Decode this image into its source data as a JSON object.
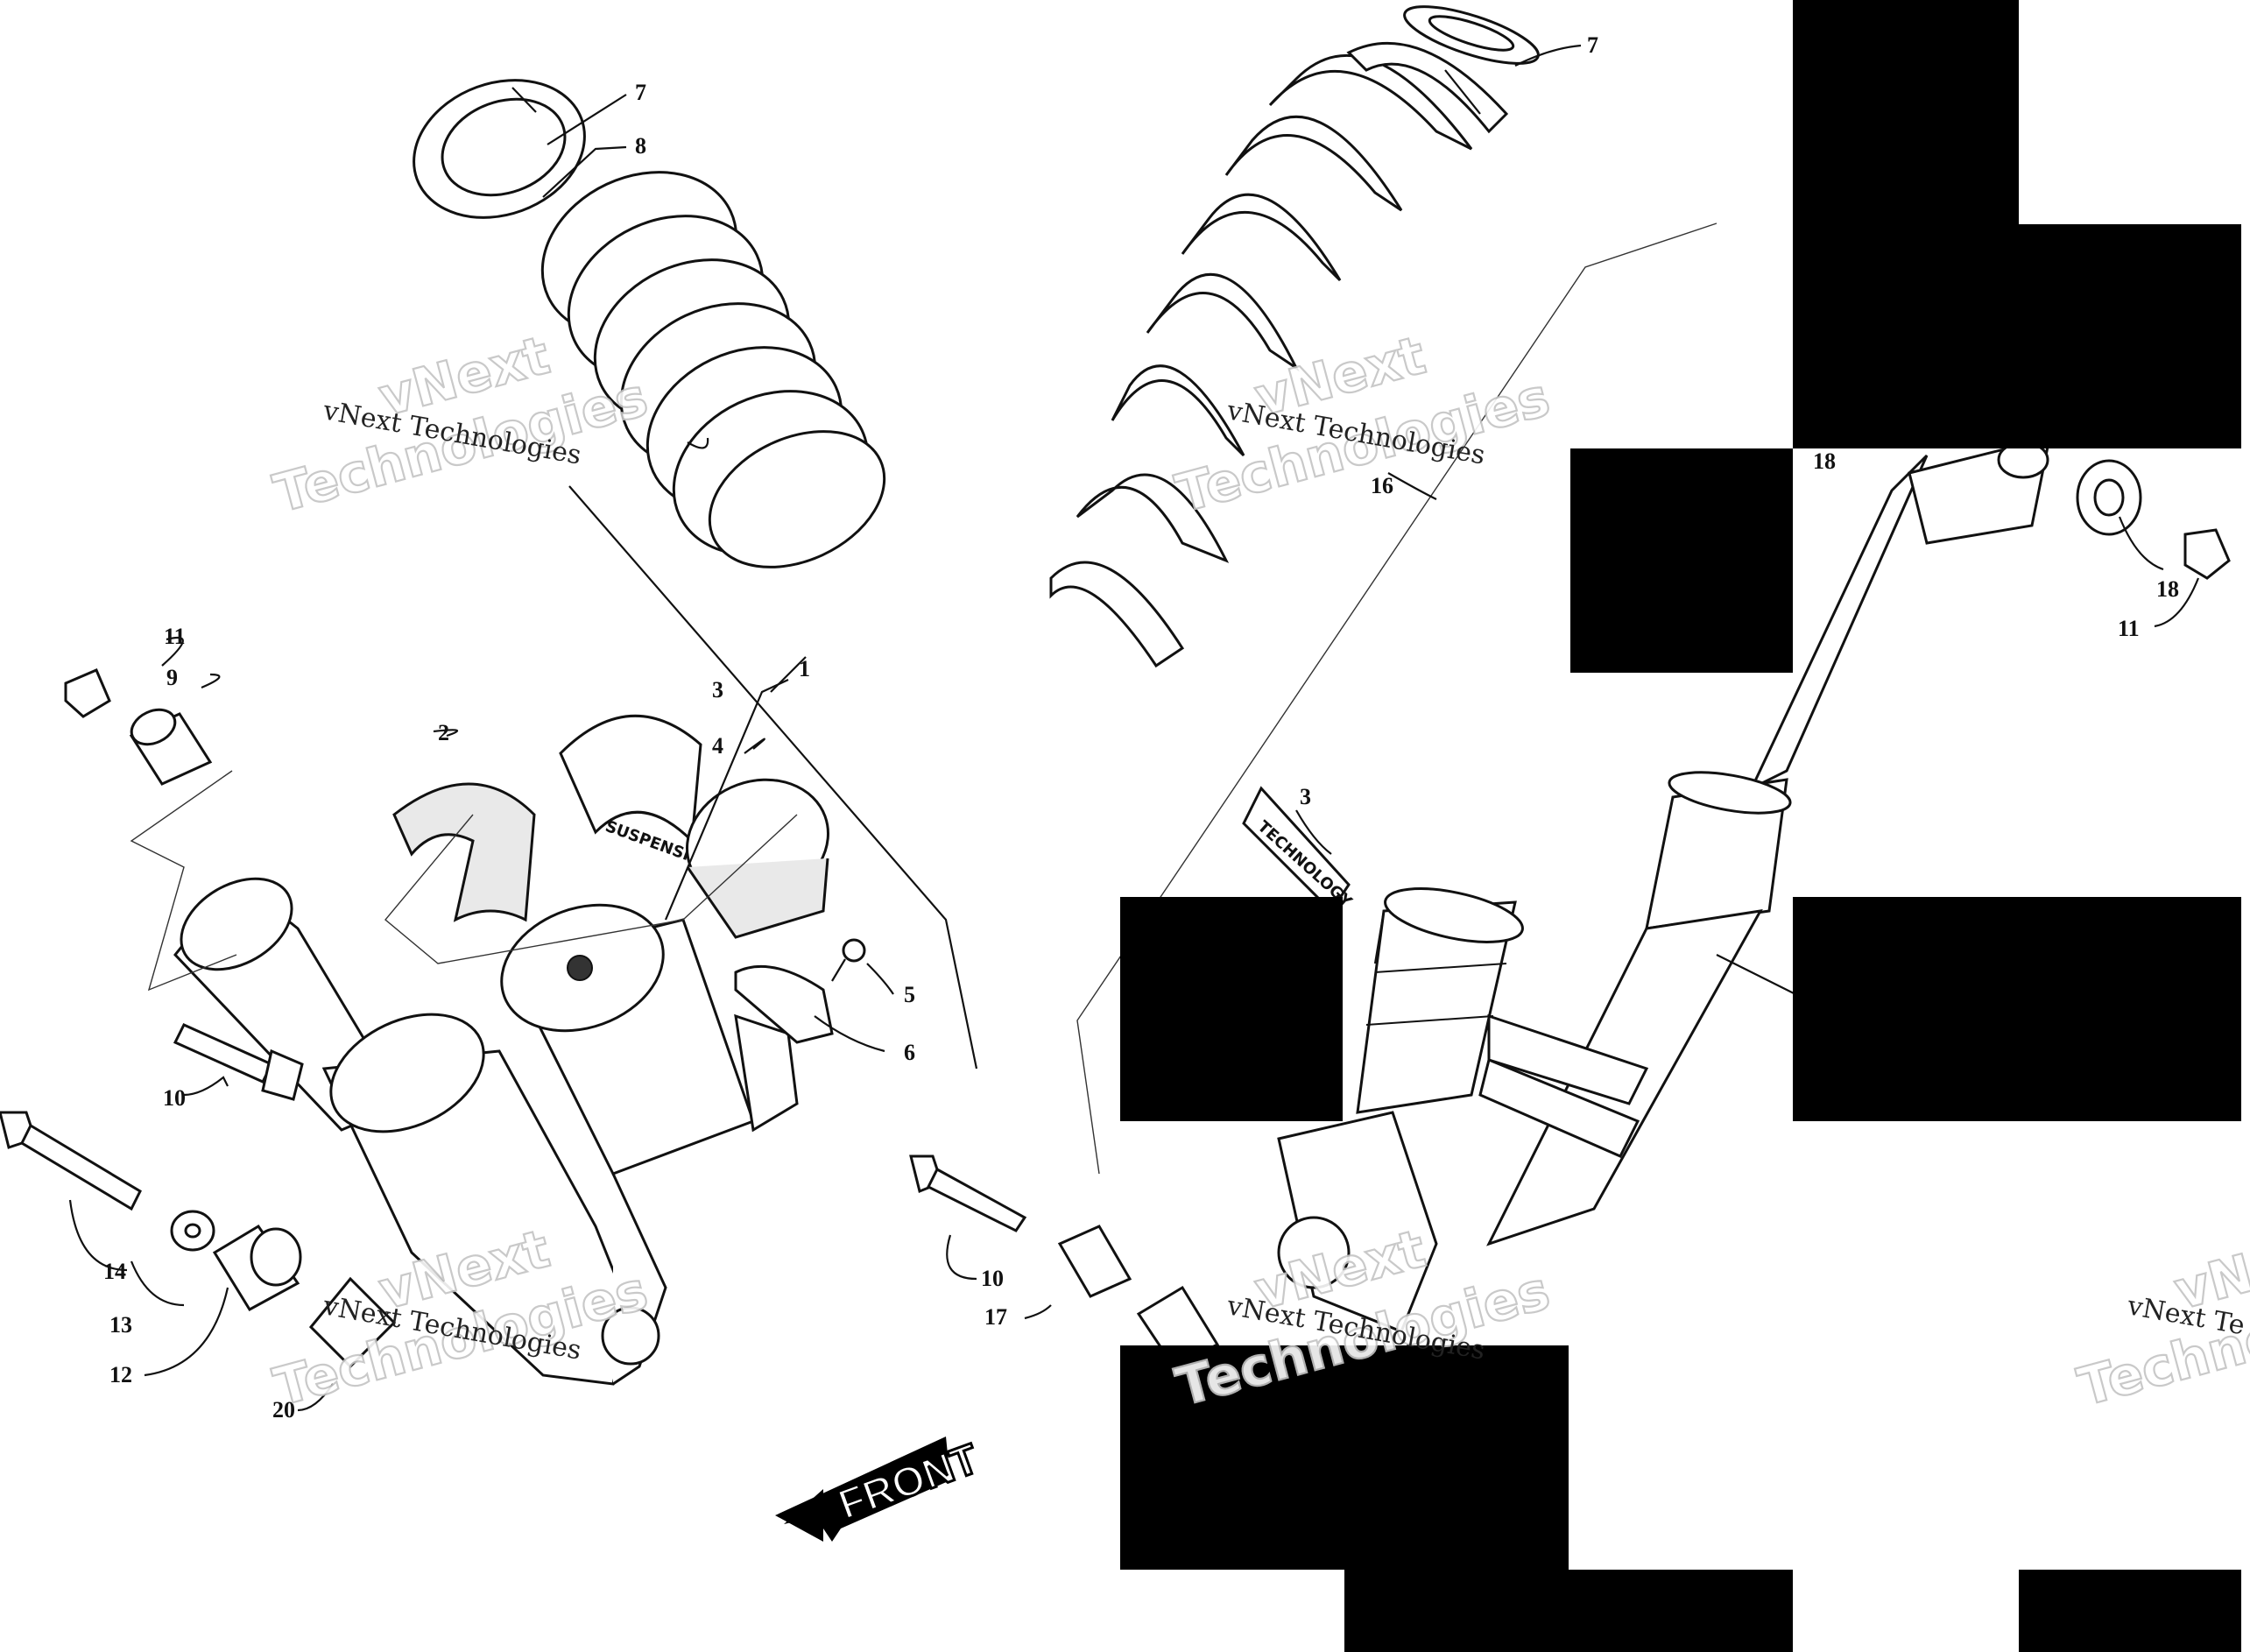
{
  "callouts": [
    {
      "id": "c7a",
      "text": "7"
    },
    {
      "id": "c8",
      "text": "8"
    },
    {
      "id": "c7b",
      "text": "7"
    },
    {
      "id": "c16",
      "text": "16"
    },
    {
      "id": "c18a",
      "text": "18"
    },
    {
      "id": "c18b",
      "text": "18"
    },
    {
      "id": "c11a",
      "text": "11"
    },
    {
      "id": "c11b",
      "text": "11"
    },
    {
      "id": "c9",
      "text": "9"
    },
    {
      "id": "c1",
      "text": "1"
    },
    {
      "id": "c3a",
      "text": "3"
    },
    {
      "id": "c2",
      "text": "2"
    },
    {
      "id": "c4",
      "text": "4"
    },
    {
      "id": "c3b",
      "text": "3"
    },
    {
      "id": "c5",
      "text": "5"
    },
    {
      "id": "c6",
      "text": "6"
    },
    {
      "id": "c10a",
      "text": "10"
    },
    {
      "id": "c14",
      "text": "14"
    },
    {
      "id": "c13",
      "text": "13"
    },
    {
      "id": "c12",
      "text": "12"
    },
    {
      "id": "c20",
      "text": "20"
    },
    {
      "id": "c10b",
      "text": "10"
    },
    {
      "id": "c17",
      "text": "17"
    }
  ],
  "watermark": {
    "small": "vNext Technologies",
    "big_line1": "vNext",
    "big_line2": "Technologies",
    "partial_small": "vNext Te",
    "partial_big1": "vN",
    "partial_big2": "Techno"
  },
  "decals": {
    "suspension": "SUSPENSION",
    "technology": "TECHNOLOGY"
  },
  "front_label": "FRONT"
}
